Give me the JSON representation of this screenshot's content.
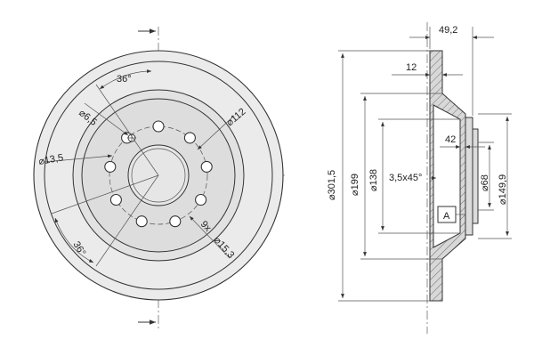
{
  "front_view": {
    "angle_top": "36°",
    "angle_bottom": "36°",
    "hole_diameter": "6,5",
    "pcd": "112",
    "center_bore": "13,5",
    "bolt_hole_callout": "9x",
    "bolt_hole_diameter": "15,3"
  },
  "section_view": {
    "total_height": "49,2",
    "disc_thickness": "12",
    "hub_depth": "42",
    "chamfer": "3,5x45°",
    "outer_diameter": "301,5",
    "friction_inner_diameter": "199",
    "hat_diameter": "138",
    "bore_diameter": "68",
    "hub_outer_diameter": "149,9",
    "datum_label": "A"
  }
}
